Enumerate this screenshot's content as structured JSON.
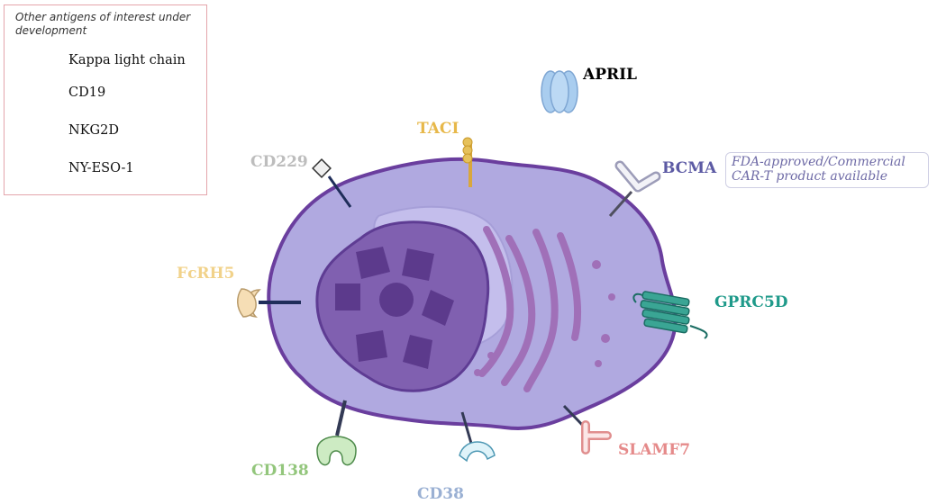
{
  "legend": {
    "title": "Other antigens of interest under development",
    "items": [
      {
        "label": "Kappa light chain",
        "icon": "kappa-light-chain-icon",
        "color": "#bfe3f5"
      },
      {
        "label": "CD19",
        "icon": "cd19-icon",
        "color": "#f4d4ee"
      },
      {
        "label": "NKG2D",
        "icon": "nkg2d-icon",
        "color": "#f3b7b7"
      },
      {
        "label": "NY-ESO-1",
        "icon": "ny-eso-1-icon",
        "color": "#cdebc3"
      }
    ]
  },
  "note": "FDA-approved/Commercial CAR-T product available",
  "antigens": {
    "april": {
      "label": "APRIL",
      "color": "#000000"
    },
    "taci": {
      "label": "TACI",
      "color": "#e7b84a"
    },
    "bcma": {
      "label": "BCMA",
      "color": "#5c5aa4"
    },
    "cd229": {
      "label": "CD229",
      "color": "#bdbdbd"
    },
    "fcrh5": {
      "label": "FcRH5",
      "color": "#f1d28a"
    },
    "gprc5d": {
      "label": "GPRC5D",
      "color": "#1f9a8a"
    },
    "slamf7": {
      "label": "SLAMF7",
      "color": "#e58a8a"
    },
    "cd138": {
      "label": "CD138",
      "color": "#93c67c"
    },
    "cd38": {
      "label": "CD38",
      "color": "#9ab0d3"
    }
  },
  "colors": {
    "cell_fill": "#b0a9e0",
    "cell_outline": "#6a3e9e",
    "nucleus": "#8060b0",
    "er": "#a070b8",
    "stalk": "#1f2d5a"
  }
}
